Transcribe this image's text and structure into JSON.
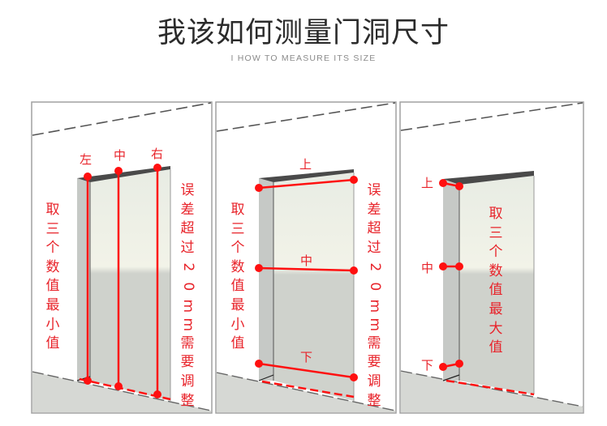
{
  "header": {
    "title": "我该如何测量门洞尺寸",
    "subtitle": "I HOW TO MEASURE ITS SIZE"
  },
  "colors": {
    "accent_red": "#e8232a",
    "panel_border": "#9a9a9a",
    "wall_white": "#ffffff",
    "floor_gray": "#d6d8d4",
    "door_upper": "#eef0e6",
    "door_lower": "#cfd2cc",
    "jamb_gray": "#c6c9c6",
    "header_dark": "#4a4a4a"
  },
  "panels": [
    {
      "id": "width-measure",
      "points": [
        "左",
        "中",
        "右"
      ],
      "left_note": [
        "取",
        "三",
        "个",
        "数",
        "值",
        "最",
        "小",
        "值"
      ],
      "right_note": [
        "误",
        "差",
        "超",
        "过",
        "2",
        "0",
        "m",
        "m",
        "需",
        "要",
        "调",
        "整"
      ]
    },
    {
      "id": "height-measure-horizontal",
      "points": [
        "上",
        "中",
        "下"
      ],
      "left_note": [
        "取",
        "三",
        "个",
        "数",
        "值",
        "最",
        "小",
        "值"
      ],
      "right_note": [
        "误",
        "差",
        "超",
        "过",
        "2",
        "0",
        "m",
        "m",
        "需",
        "要",
        "调",
        "整"
      ]
    },
    {
      "id": "wall-thickness-measure",
      "points": [
        "上",
        "中",
        "下"
      ],
      "center_note": [
        "取",
        "三",
        "个",
        "数",
        "值",
        "最",
        "大",
        "值"
      ]
    }
  ]
}
